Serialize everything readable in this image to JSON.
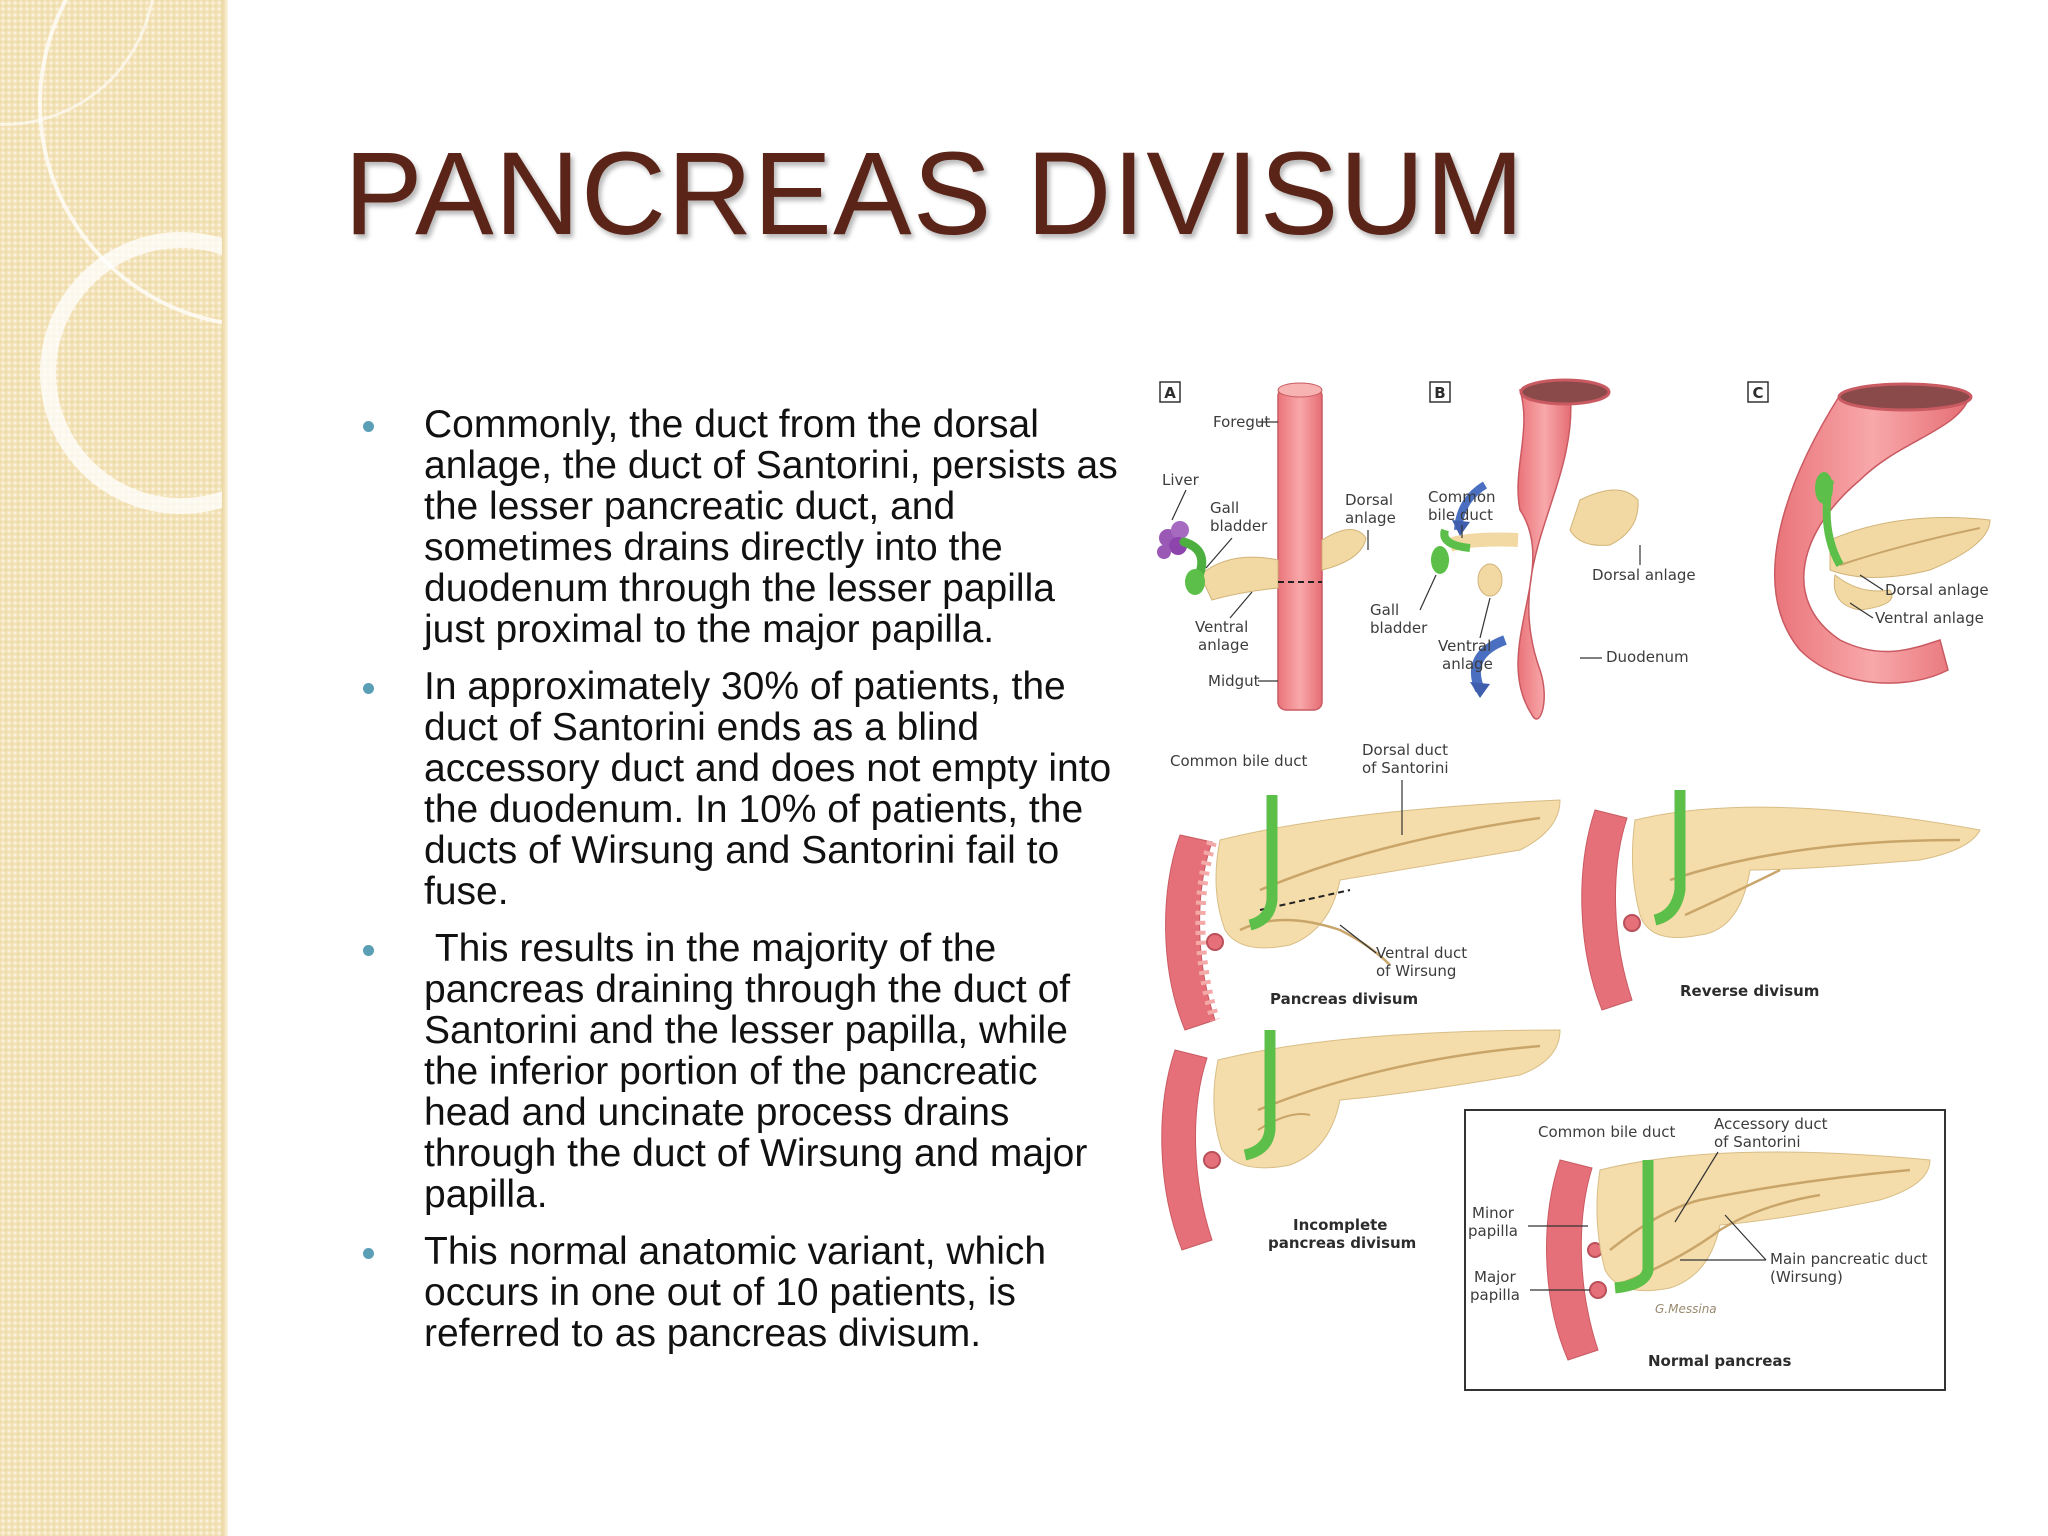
{
  "slide": {
    "title": "PANCREAS DIVISUM",
    "bullets": [
      "Commonly, the duct from the dorsal anlage, the duct of Santorini, persists as the lesser pancreatic duct, and sometimes drains directly into the duodenum through the lesser papilla just proximal to the major papilla.",
      "In approximately 30% of patients, the duct of Santorini ends as a blind accessory duct and does not empty into the duodenum. In 10% of patients, the ducts of Wirsung and Santorini fail to fuse.",
      " This results in the majority of the pancreas draining through the duct of Santorini and the lesser papilla, while the inferior portion of the pancreatic head and uncinate process drains through the duct of Wirsung and major papilla.",
      "This normal anatomic variant, which occurs in one out of 10 patients, is referred to as pancreas divisum."
    ],
    "bullet_color": "#5a9fb5",
    "title_color": "#5a2418"
  },
  "figure": {
    "panel_a": {
      "tag": "A",
      "foregut": "Foregut",
      "liver": "Liver",
      "gall_bladder": [
        "Gall",
        "bladder"
      ],
      "dorsal_anlage": [
        "Dorsal",
        "anlage"
      ],
      "ventral_anlage": [
        "Ventral",
        "anlage"
      ],
      "midgut": "Midgut"
    },
    "panel_b": {
      "tag": "B",
      "common_bile_duct": [
        "Common",
        "bile duct"
      ],
      "dorsal_anlage": "Dorsal anlage",
      "gall_bladder": [
        "Gall",
        "bladder"
      ],
      "ventral_anlage": [
        "Ventral",
        "anlage"
      ],
      "duodenum": "Duodenum"
    },
    "panel_c": {
      "tag": "C",
      "dorsal_anlage": "Dorsal anlage",
      "ventral_anlage": "Ventral anlage"
    },
    "pancreas_divisum": {
      "common_bile_duct": "Common bile duct",
      "dorsal_duct": [
        "Dorsal duct",
        "of Santorini"
      ],
      "ventral_duct": [
        "Ventral duct",
        "of Wirsung"
      ],
      "caption": "Pancreas divisum"
    },
    "reverse_divisum": {
      "caption": "Reverse divisum"
    },
    "incomplete_divisum": {
      "caption": [
        "Incomplete",
        "pancreas divisum"
      ]
    },
    "normal_pancreas": {
      "common_bile_duct": "Common bile duct",
      "accessory_duct": [
        "Accessory duct",
        "of Santorini"
      ],
      "minor_papilla": [
        "Minor",
        "papilla"
      ],
      "major_papilla": [
        "Major",
        "papilla"
      ],
      "main_duct": [
        "Main pancreatic duct",
        "(Wirsung)"
      ],
      "caption": "Normal pancreas",
      "signature": "G.Messina"
    },
    "colors": {
      "gut": "#f08a8e",
      "gut_dark": "#d9646a",
      "pancreas": "#f4ddaa",
      "bile_duct": "#5cbf4a",
      "duodenum_wall": "#e5707a"
    }
  }
}
